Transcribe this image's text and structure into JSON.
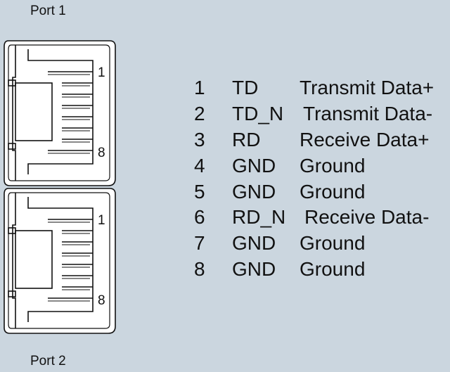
{
  "ports": [
    {
      "label": "Port 1",
      "pin_first": "1",
      "pin_last": "8"
    },
    {
      "label": "Port 2",
      "pin_first": "1",
      "pin_last": "8"
    }
  ],
  "pinout": [
    {
      "pin": "1",
      "signal": "TD",
      "description": "Transmit Data+"
    },
    {
      "pin": "2",
      "signal": "TD_N",
      "description": "Transmit Data-"
    },
    {
      "pin": "3",
      "signal": "RD",
      "description": "Receive Data+"
    },
    {
      "pin": "4",
      "signal": "GND",
      "description": "Ground"
    },
    {
      "pin": "5",
      "signal": "GND",
      "description": "Ground"
    },
    {
      "pin": "6",
      "signal": "RD_N",
      "description": "Receive Data-"
    },
    {
      "pin": "7",
      "signal": "GND",
      "description": "Ground"
    },
    {
      "pin": "8",
      "signal": "GND",
      "description": "Ground"
    }
  ],
  "colors": {
    "background": "#cbd6df",
    "jack_fill": "#ffffff",
    "stroke": "#111111"
  }
}
